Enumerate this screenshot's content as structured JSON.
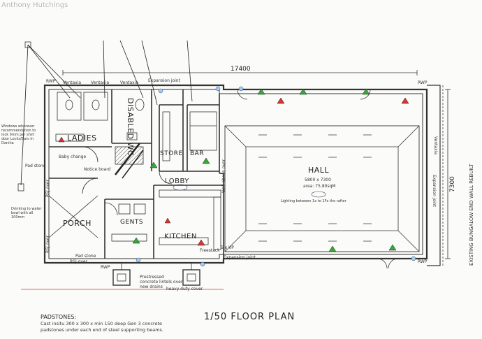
{
  "watermark": "Anthony Hutchings",
  "title": "1/50 FLOOR PLAN",
  "dimensions": {
    "width": "17400",
    "depth": "7300"
  },
  "rooms": {
    "ladies": "LADIES",
    "disabled_wc": "DISABLED WC",
    "store": "STORE",
    "bar": "BAR",
    "hall": "HALL",
    "lobby": "LOBBY",
    "porch": "PORCH",
    "gents": "GENTS",
    "kitchen": "KITCHEN"
  },
  "hall_info": {
    "size": "5800 x 7300",
    "area": "area: 75.80sqM"
  },
  "labels": {
    "ventaxia_1": "Ventaxia",
    "ventaxia_2": "Ventaxia",
    "ventaxia_3": "Ventaxia",
    "ventaxia_side": "Ventaxia",
    "expansion_joint_top": "Expansion joint",
    "expansion_joint_bottom": "Expansion joint",
    "expansion_joint_right": "Expansion joint",
    "rwp_tl": "RWP",
    "rwp_tr": "RWP",
    "rwp_bl": "RWP",
    "rwp_br": "RWP",
    "baby_change": "Baby change",
    "notice_board": "Notice board",
    "pad_stone_1": "Pad stone",
    "pad_stone_2": "Pad stone",
    "rsj_over_1": "RSJ over",
    "rsj_over_2": "RSJ over",
    "rsj_over_3": "RSJ over",
    "wall_above_over": "Wall above over",
    "lintel_note": "Prestressed concrete lintels over new drains",
    "heavy_duty_cover": "heavy duty cover",
    "lighting_note": "Lighting between 1x to 1Fx the rafter",
    "existing_bungalow": "EXISTING BUNGALOW END WALL REBUILT",
    "vp": "5 x VP",
    "freestack": "Freestack",
    "drainage_note_1": "Windows wherever recommendation to lock 0mm per shirt door Locks/Bars in Daniha",
    "drainage_note_2": "Drinking to water bowl with all 100mm",
    "padstones_heading": "PADSTONES:",
    "padstones_text_1": "Cast insitu 300 x 300 x min 150 deep Gen 3 concrete",
    "padstones_text_2": "padstones under each end of steel supporting beams."
  }
}
